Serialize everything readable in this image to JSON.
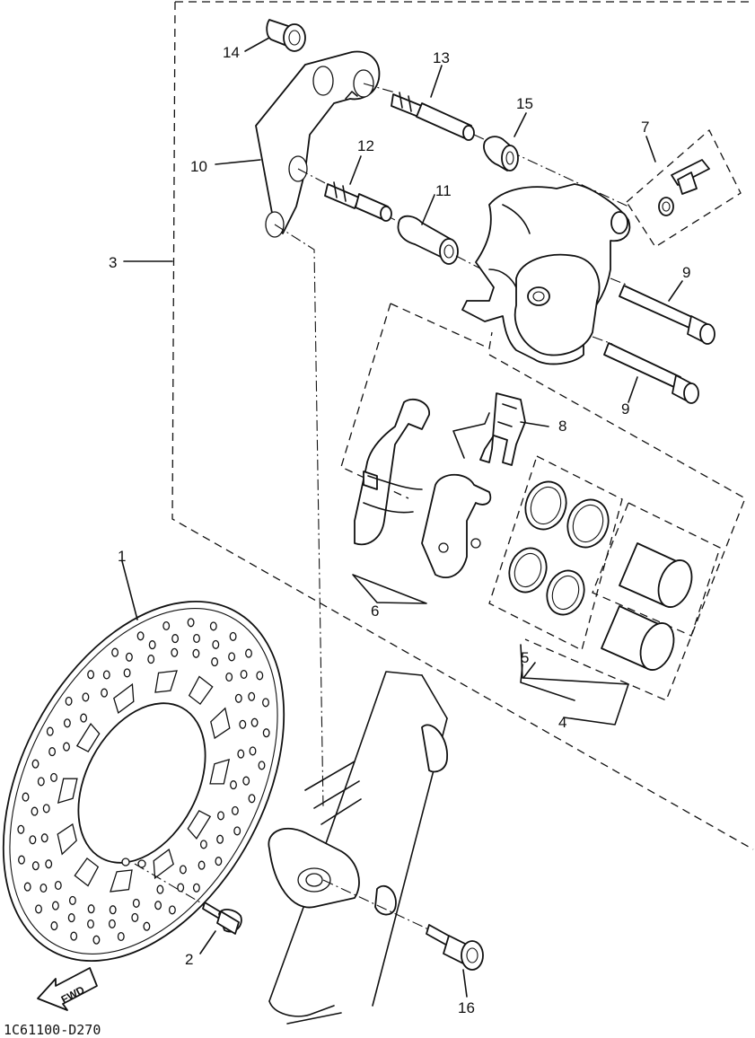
{
  "callouts": [
    "1",
    "2",
    "3",
    "4",
    "5",
    "6",
    "7",
    "8",
    "9",
    "9",
    "10",
    "11",
    "12",
    "13",
    "14",
    "15",
    "16"
  ],
  "fwd_label": "FWD",
  "diagram_code": "1C61100-D270"
}
